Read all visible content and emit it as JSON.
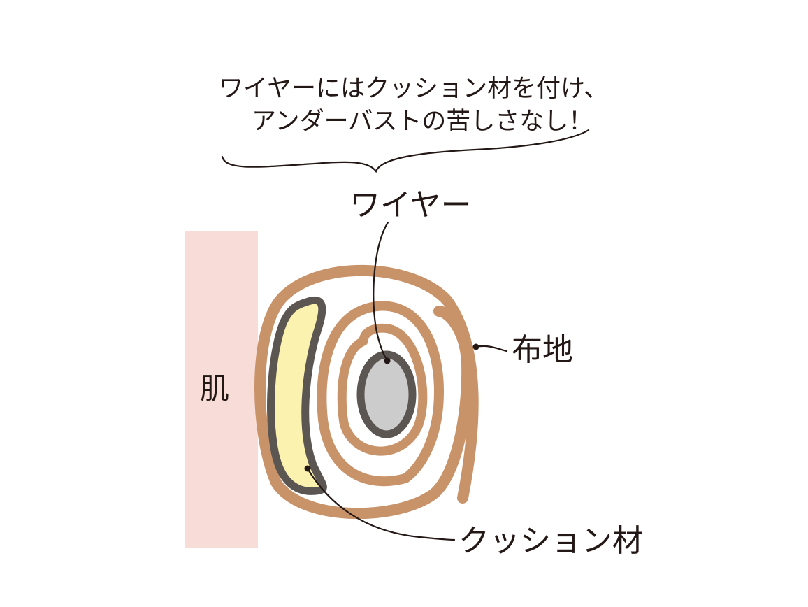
{
  "caption": {
    "line1": "ワイヤーにはクッション材を付け、",
    "line2": "アンダーバストの苦しさなし！"
  },
  "labels": {
    "wire": "ワイヤー",
    "fabric": "布地",
    "cushion": "クッション材",
    "skin": "肌"
  },
  "colors": {
    "skin": "#f8dcd8",
    "fabric": "#c9936a",
    "wire_fill": "#cccccc",
    "wire_outline": "#5c5652",
    "cushion_fill": "#fcf2b0",
    "cushion_outline": "#5c5652",
    "line": "#231815"
  }
}
